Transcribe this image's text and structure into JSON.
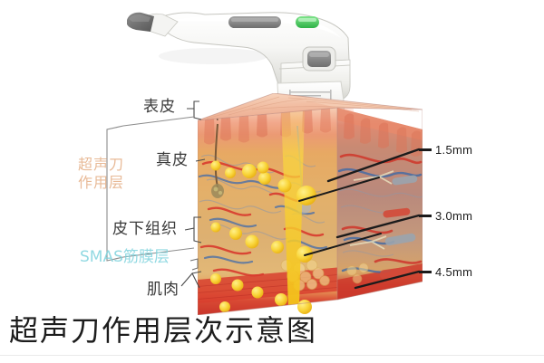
{
  "page": {
    "title": "超声刀作用层次示意图",
    "background_color": "#ffffff"
  },
  "device": {
    "name": "超声刀手具",
    "body_color": "#f2f2f0",
    "tip_color": "#6e6e6e",
    "button_color": "#8c8c8c",
    "indicator_color": "#49c85a",
    "cartridge_color": "#fbfbfa",
    "contact_glow_color": "#f0402a"
  },
  "tissue": {
    "name": "皮肤组织立方体剖面",
    "energy_dot_color": "#f7cf2a",
    "beam_color": "#f5c518",
    "epidermis_color": "#f1b9a0",
    "dermis_color": "#e2a06b",
    "subcutis_color": "#e8b36a",
    "muscle_color": "#e0402f"
  },
  "layer_labels": [
    {
      "id": "epidermis",
      "text": "表皮",
      "color": "#3a3a3a"
    },
    {
      "id": "dermis",
      "text": "真皮",
      "color": "#3a3a3a"
    },
    {
      "id": "subcutis",
      "text": "皮下组织",
      "color": "#3a3a3a"
    },
    {
      "id": "muscle",
      "text": "肌肉",
      "color": "#3a3a3a"
    }
  ],
  "annotations": {
    "treatment_zone": {
      "line1": "超声刀",
      "line2": "作用层",
      "color": "#e0a070"
    },
    "smas": {
      "text": "SMAS筋膜层",
      "color": "#7fd3dd"
    }
  },
  "depths": [
    {
      "value": "1.5mm",
      "color": "#1b1b1b"
    },
    {
      "value": "3.0mm",
      "color": "#1b1b1b"
    },
    {
      "value": "4.5mm",
      "color": "#1b1b1b"
    }
  ]
}
